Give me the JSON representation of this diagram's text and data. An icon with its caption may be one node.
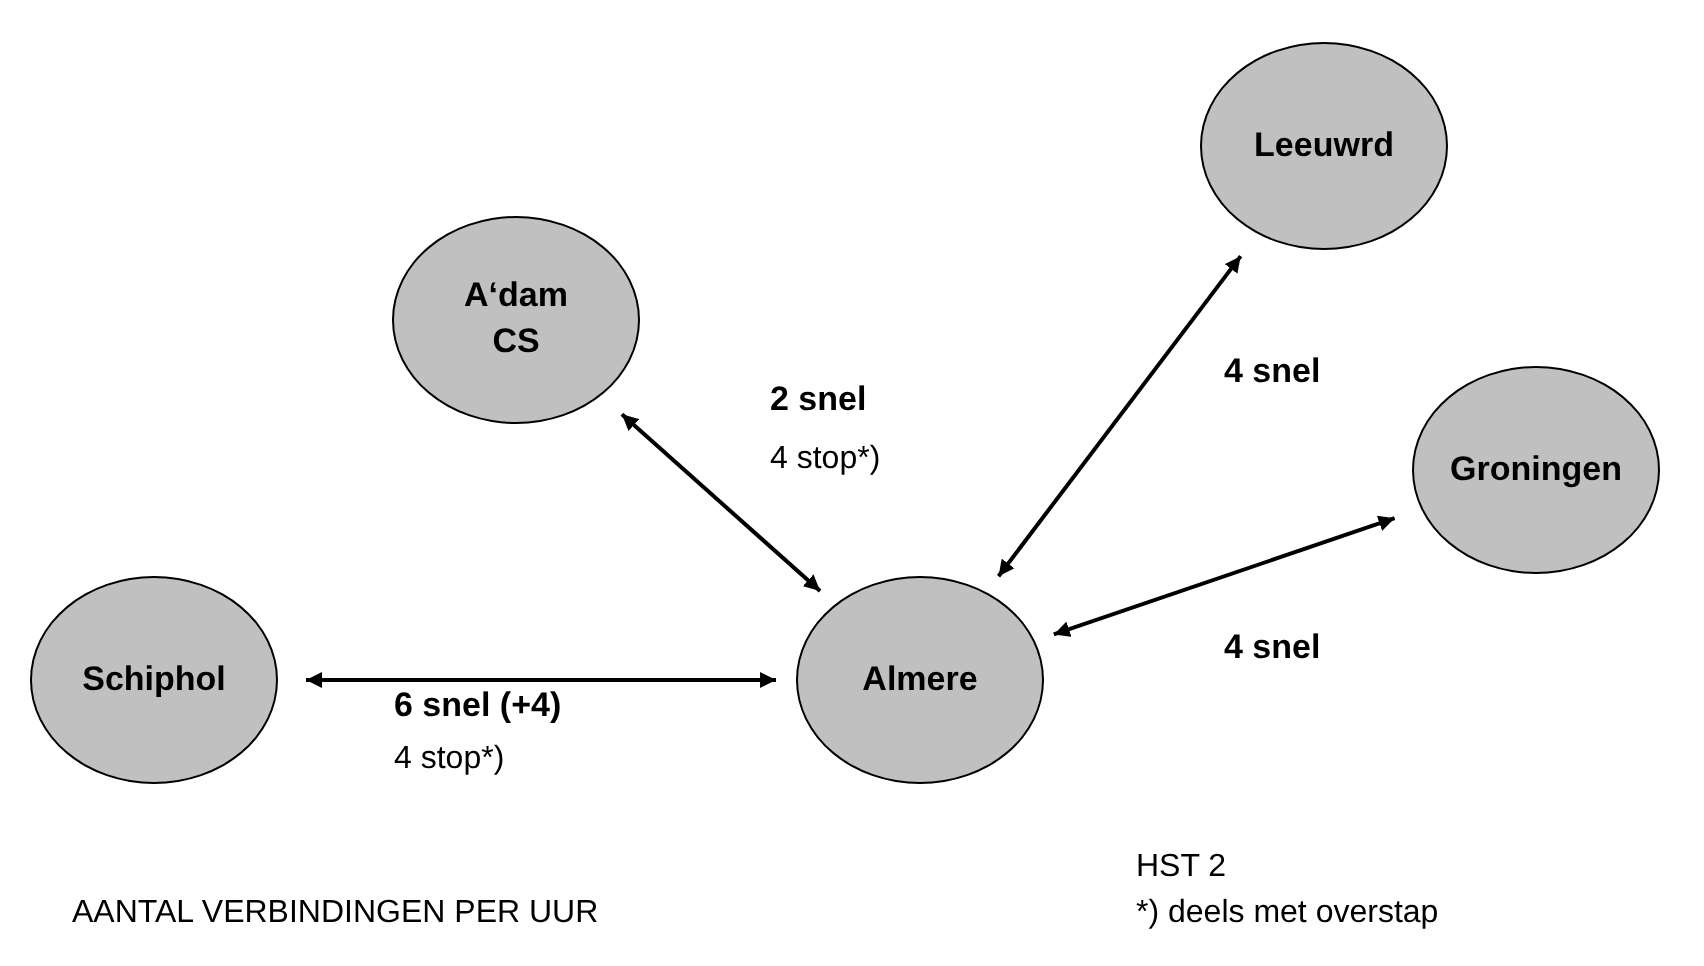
{
  "diagram": {
    "nodes": [
      {
        "text": [
          "A‘dam CS"
        ]
      },
      {
        "text": [
          "Leeuwrd"
        ]
      },
      {
        "text": [
          "Groningen"
        ]
      },
      {
        "text": [
          "Schiphol"
        ]
      },
      {
        "text": [
          "Almere"
        ]
      }
    ],
    "edges": [
      {
        "from": 0,
        "to": 4,
        "arrow": "both",
        "label": "2 snel"
      },
      {
        "from": 1,
        "to": 4,
        "arrow": "both",
        "label": "4 snel"
      },
      {
        "from": 2,
        "to": 4,
        "arrow": "both",
        "label": "4 snel"
      },
      {
        "from": 3,
        "to": 4,
        "arrow": "both",
        "label": "6 snel (+4)"
      }
    ],
    "labels": [
      "4 stop*)",
      "4 stop*)",
      "HST 2",
      "*) deels met overstap",
      "AANTAL VERBINDINGEN PER UUR"
    ]
  }
}
